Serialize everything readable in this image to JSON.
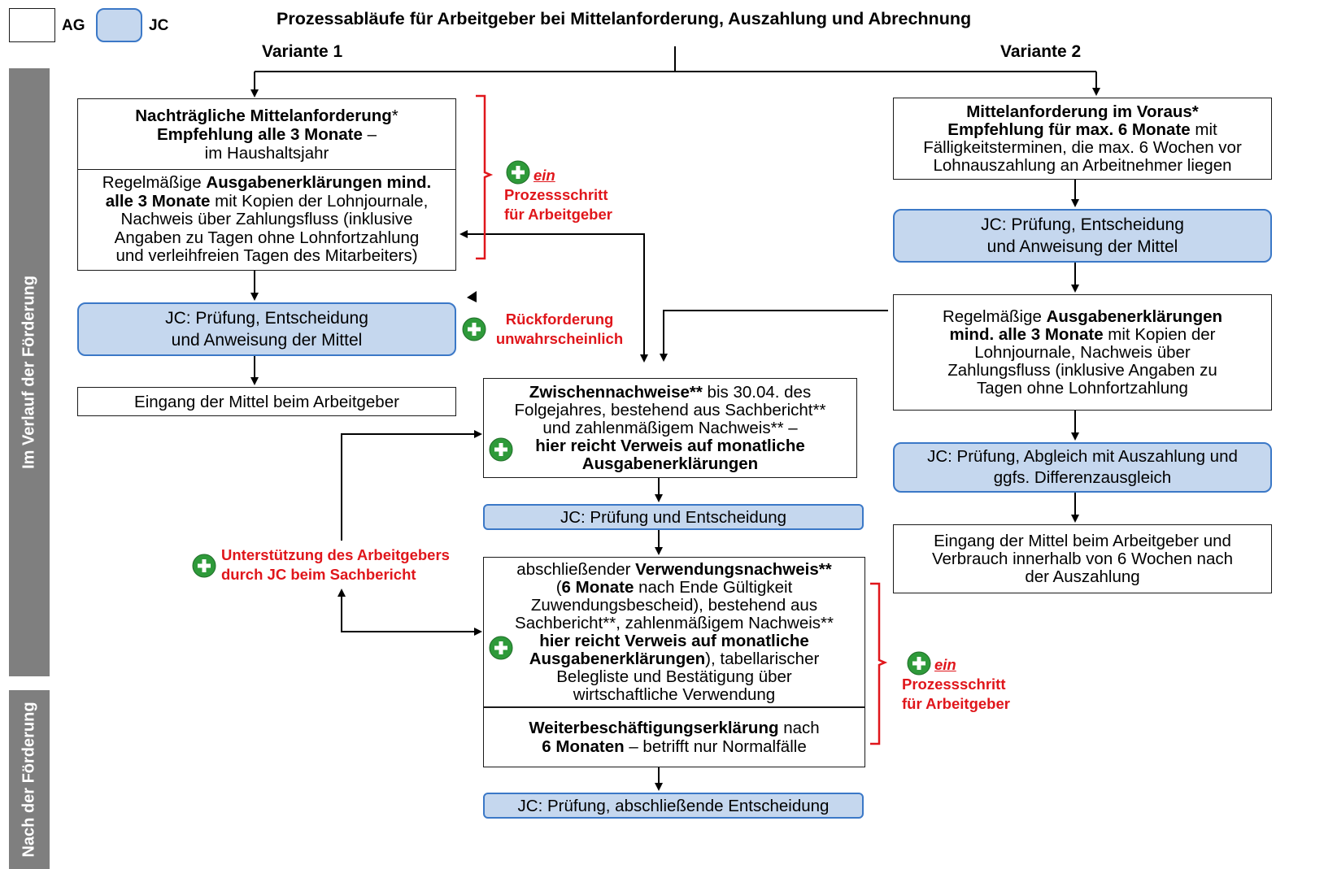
{
  "legend": {
    "ag": "AG",
    "jc": "JC"
  },
  "title": "Prozessabläufe für Arbeitgeber bei Mittelanforderung, Auszahlung und Abrechnung",
  "variante1": "Variante 1",
  "variante2": "Variante 2",
  "sidebar": {
    "during": "Im Verlauf der Förderung",
    "after": "Nach der Förderung"
  },
  "v1": {
    "request": {
      "l1": "Nachträgliche Mittelanforderung",
      "l1_star": "*",
      "l2": "Empfehlung alle 3 Monate",
      "l2_tail": " –",
      "l3": "im Haushaltsjahr"
    },
    "expenses": {
      "p1": "Regelmäßige ",
      "p1b": "Ausgabenerklärungen mind.",
      "p2b": "alle 3 Monate",
      "p2": " mit Kopien der Lohnjournale,",
      "l3": "Nachweis über Zahlungsfluss (inklusive",
      "l4": "Angaben zu Tagen ohne Lohnfortzahlung",
      "l5": "und verleihfreien Tagen des Mitarbeiters)"
    },
    "jc_check": {
      "l1": "JC: Prüfung, Entscheidung",
      "l2": "und Anweisung der Mittel"
    },
    "receipt": "Eingang der Mittel beim Arbeitgeber"
  },
  "v2": {
    "request": {
      "l1": "Mittelanforderung im Voraus*",
      "l2b": "Empfehlung für max. 6 Monate",
      "l2": " mit",
      "l3": "Fälligkeitsterminen, die max. 6 Wochen vor",
      "l4": "Lohnauszahlung an Arbeitnehmer liegen"
    },
    "jc_check": {
      "l1": "JC: Prüfung, Entscheidung",
      "l2": "und Anweisung der Mittel"
    },
    "expenses": {
      "l1": "Regelmäßige ",
      "l1b": "Ausgabenerklärungen",
      "l2b": "mind. alle 3 Monate",
      "l2": " mit Kopien der",
      "l3": "Lohnjournale, Nachweis über",
      "l4": "Zahlungsfluss (inklusive Angaben zu",
      "l5": "Tagen ohne Lohnfortzahlung"
    },
    "jc_compare": {
      "l1": "JC: Prüfung, Abgleich mit Auszahlung und",
      "l2": "ggfs. Differenzausgleich"
    },
    "receipt": {
      "l1": "Eingang der Mittel beim Arbeitgeber und",
      "l2": "Verbrauch innerhalb von 6 Wochen nach",
      "l3": "der Auszahlung"
    }
  },
  "center": {
    "interim": {
      "l1b": "Zwischennachweise**",
      "l1": " bis 30.04. des",
      "l2": "Folgejahres, bestehend aus Sachbericht**",
      "l3": "und zahlenmäßigem Nachweis** –",
      "l4b": "hier reicht Verweis auf monatliche",
      "l5b": "Ausgabenerklärungen"
    },
    "jc_check": "JC: Prüfung und Entscheidung",
    "final": {
      "l1": "abschließender ",
      "l1b": "Verwendungsnachweis**",
      "l2a": "(",
      "l2b": "6 Monate",
      "l2": " nach Ende Gültigkeit",
      "l3": "Zuwendungsbescheid), bestehend aus",
      "l4": "Sachbericht**, zahlenmäßigem Nachweis**",
      "l5b": "hier reicht Verweis auf monatliche",
      "l6b": "Ausgabenerklärungen",
      "l6": "), tabellarischer",
      "l7": "Belegliste und Bestätigung über",
      "l8": "wirtschaftliche Verwendung"
    },
    "continuation": {
      "l1b": "Weiterbeschäftigungserklärung",
      "l1": " nach",
      "l2b": "6 Monaten",
      "l2": " – betrifft nur Normalfälle"
    },
    "jc_final": "JC: Prüfung, abschließende Entscheidung"
  },
  "notes": {
    "one_step_a": {
      "ein": "ein",
      "l2": "Prozessschritt",
      "l3": "für Arbeitgeber"
    },
    "repayment": {
      "l1": "Rückforderung",
      "l2": "unwahrscheinlich"
    },
    "support": {
      "l1": "Unterstützung des Arbeitgebers",
      "l2": "durch JC beim Sachbericht"
    },
    "one_step_b": {
      "ein": "ein",
      "l2": "Prozessschritt",
      "l3": "für Arbeitgeber"
    }
  },
  "colors": {
    "jc_fill": "#c5d7ee",
    "jc_border": "#3b78c7",
    "accent_red": "#e0161b",
    "sidebar": "#7f7f7f",
    "plus_green": "#2e9a3a"
  }
}
